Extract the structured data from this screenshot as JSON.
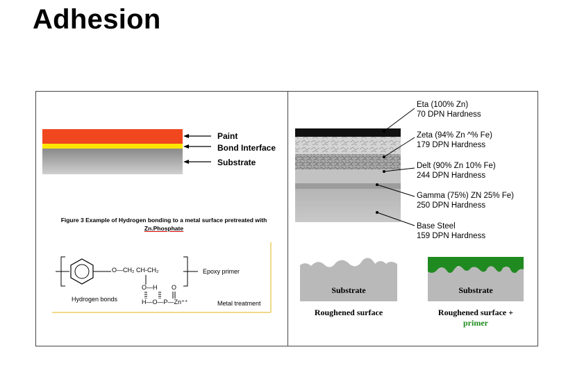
{
  "title": "Adhesion",
  "layers": {
    "paint": "Paint",
    "bond_interface": "Bond Interface",
    "substrate": "Substrate"
  },
  "colors": {
    "paint": "#f0471f",
    "interface": "#ffe600",
    "primer_green": "#1f8a1f",
    "substrate_grey": "#b9b9b9"
  },
  "figure3": {
    "caption_line1": "Figure 3 Example of Hydrogen bonding to a metal surface pretreated with",
    "caption_line2": "Zn.Phosphate",
    "epoxy_primer": "Epoxy primer",
    "hydrogen_bonds": "Hydrogen bonds",
    "metal_treatment": "Metal treatment",
    "chain": "O—CH₂ CH-CH₂",
    "o_h": "O—H",
    "o_dbl": "O",
    "h_o_p": "H—O—P—Zn⁺⁺"
  },
  "zinc_layers": [
    {
      "name": "Eta (100% Zn)",
      "hardness": "70 DPN Hardness"
    },
    {
      "name": "Zeta (94% Zn ^% Fe)",
      "hardness": "179 DPN Hardness"
    },
    {
      "name": "Delt (90% Zn 10% Fe)",
      "hardness": "244 DPN Hardness"
    },
    {
      "name": "Gamma (75%) ZN 25% Fe)",
      "hardness": "250 DPN Hardness"
    },
    {
      "name": "Base Steel",
      "hardness": "159 DPN Hardness"
    }
  ],
  "surfaces": {
    "left_substrate": "Substrate",
    "left_caption": "Roughened surface",
    "right_substrate": "Substrate",
    "right_caption": "Roughened surface +",
    "right_caption_primer": "primer"
  }
}
